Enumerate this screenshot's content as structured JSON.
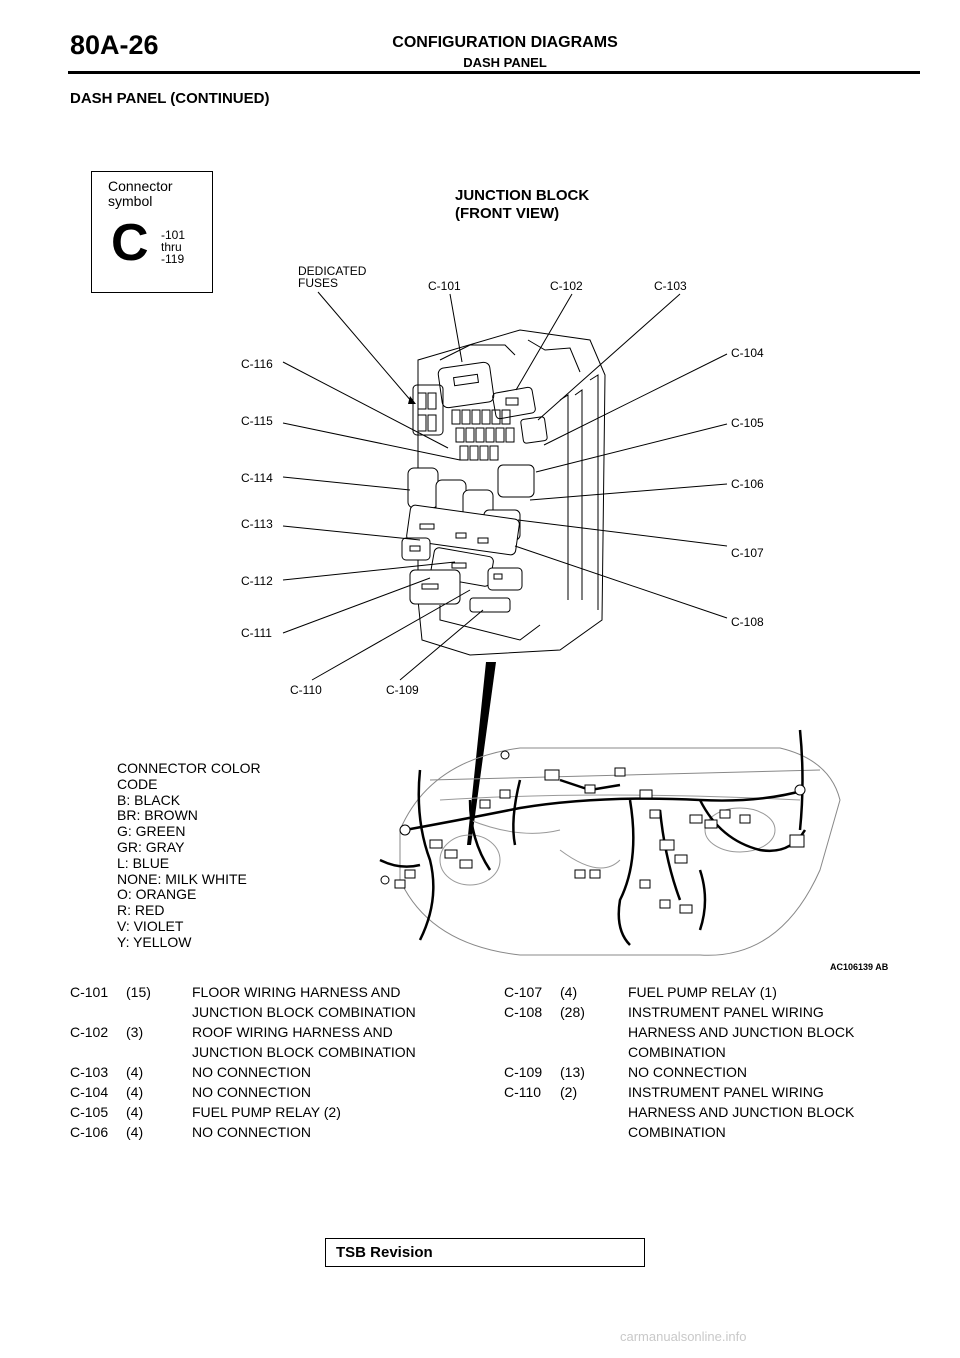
{
  "header": {
    "page_number": "80A-26",
    "title": "CONFIGURATION DIAGRAMS",
    "subtitle": "DASH PANEL"
  },
  "section_title": "DASH PANEL (CONTINUED)",
  "connector_symbol": {
    "caption_line1": "Connector",
    "caption_line2": "symbol",
    "letter": "C",
    "range_line1": "-101",
    "range_line2": "thru",
    "range_line3": "-119"
  },
  "junction_block": {
    "title_line1": "JUNCTION BLOCK",
    "title_line2": "(FRONT VIEW)",
    "dedicated_fuses_line1": "DEDICATED",
    "dedicated_fuses_line2": "FUSES",
    "callouts": [
      "C-101",
      "C-102",
      "C-103",
      "C-104",
      "C-105",
      "C-106",
      "C-107",
      "C-108",
      "C-109",
      "C-110",
      "C-111",
      "C-112",
      "C-113",
      "C-114",
      "C-115",
      "C-116"
    ]
  },
  "color_code": {
    "title_line1": "CONNECTOR COLOR",
    "title_line2": "CODE",
    "entries": [
      "B: BLACK",
      "BR: BROWN",
      "G: GREEN",
      "GR: GRAY",
      "L: BLUE",
      "NONE: MILK WHITE",
      "O: ORANGE",
      "R: RED",
      "V: VIOLET",
      "Y: YELLOW"
    ]
  },
  "figure_id": "AC106139 AB",
  "legend_left": [
    {
      "code": "C-101",
      "pins": "(15)",
      "desc": "FLOOR WIRING HARNESS AND"
    },
    {
      "code": "",
      "pins": "",
      "desc": "JUNCTION BLOCK COMBINATION"
    },
    {
      "code": "C-102",
      "pins": "(3)",
      "desc": "ROOF WIRING HARNESS AND"
    },
    {
      "code": "",
      "pins": "",
      "desc": "JUNCTION BLOCK COMBINATION"
    },
    {
      "code": "C-103",
      "pins": "(4)",
      "desc": "NO CONNECTION"
    },
    {
      "code": "C-104",
      "pins": "(4)",
      "desc": "NO CONNECTION"
    },
    {
      "code": "C-105",
      "pins": "(4)",
      "desc": "FUEL PUMP RELAY (2)"
    },
    {
      "code": "C-106",
      "pins": "(4)",
      "desc": "NO CONNECTION"
    }
  ],
  "legend_right": [
    {
      "code": "C-107",
      "pins": "(4)",
      "desc": "FUEL PUMP RELAY (1)"
    },
    {
      "code": "C-108",
      "pins": "(28)",
      "desc": "INSTRUMENT PANEL WIRING"
    },
    {
      "code": "",
      "pins": "",
      "desc": "HARNESS AND JUNCTION BLOCK"
    },
    {
      "code": "",
      "pins": "",
      "desc": "COMBINATION"
    },
    {
      "code": "C-109",
      "pins": "(13)",
      "desc": "NO CONNECTION"
    },
    {
      "code": "C-110",
      "pins": "(2)",
      "desc": "INSTRUMENT PANEL WIRING"
    },
    {
      "code": "",
      "pins": "",
      "desc": "HARNESS AND JUNCTION BLOCK"
    },
    {
      "code": "",
      "pins": "",
      "desc": "COMBINATION"
    }
  ],
  "footer": {
    "tsb_label": "TSB Revision",
    "watermark": "carmanualsonline.info"
  }
}
